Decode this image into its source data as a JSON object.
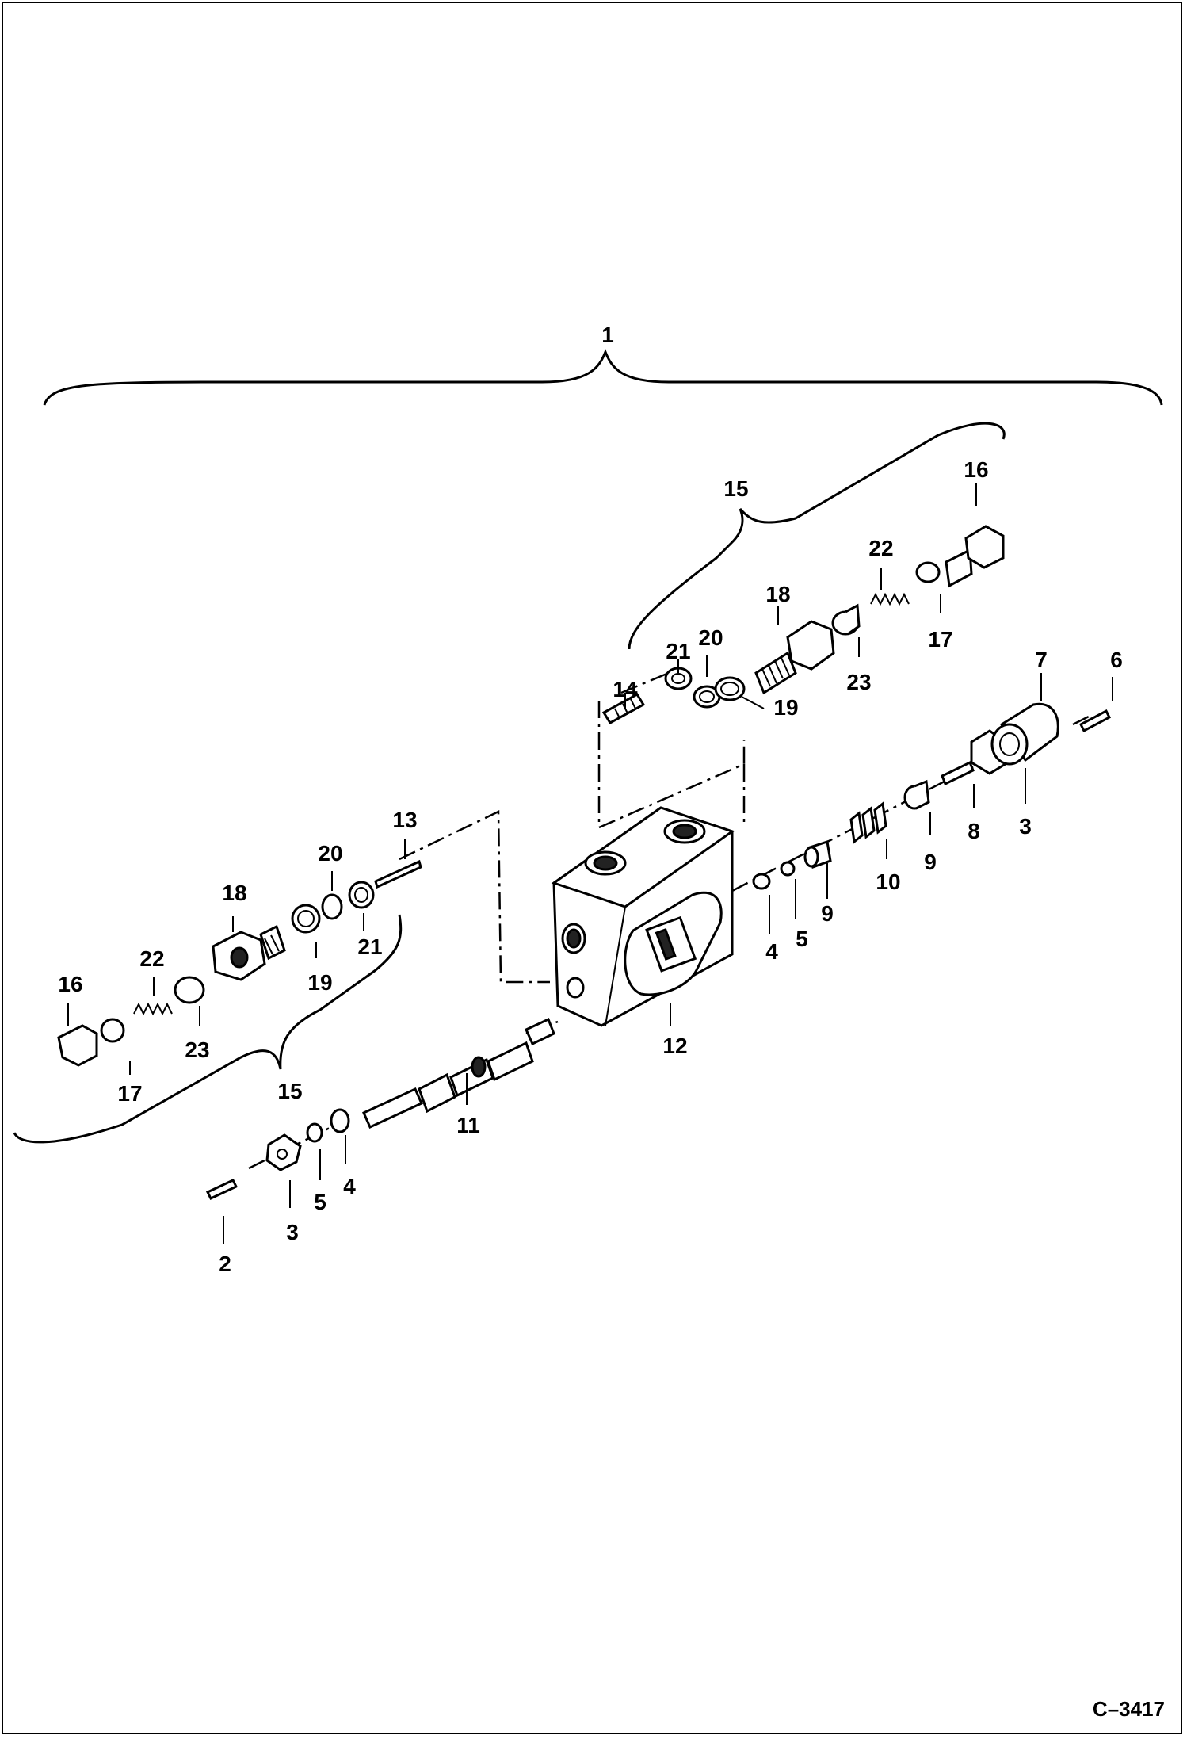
{
  "figure_ref": "C–3417",
  "callouts": {
    "c1": "1",
    "c15_top": "15",
    "c16_top": "16",
    "c22_top": "22",
    "c18_top": "18",
    "c20_top": "20",
    "c21_top": "21",
    "c14": "14",
    "c19_top": "19",
    "c23_top": "23",
    "c17_top": "17",
    "c7": "7",
    "c6": "6",
    "c8": "8",
    "c3_right": "3",
    "c9_a": "9",
    "c9_b": "9",
    "c10": "10",
    "c4_right": "4",
    "c5_right": "5",
    "c12": "12",
    "c13": "13",
    "c20_left": "20",
    "c18_left": "18",
    "c21_left": "21",
    "c19_left": "19",
    "c22_left": "22",
    "c16_left": "16",
    "c23_left": "23",
    "c17_left": "17",
    "c15_left": "15",
    "c11": "11",
    "c4_left": "4",
    "c5_left": "5",
    "c3_left": "3",
    "c2": "2"
  }
}
